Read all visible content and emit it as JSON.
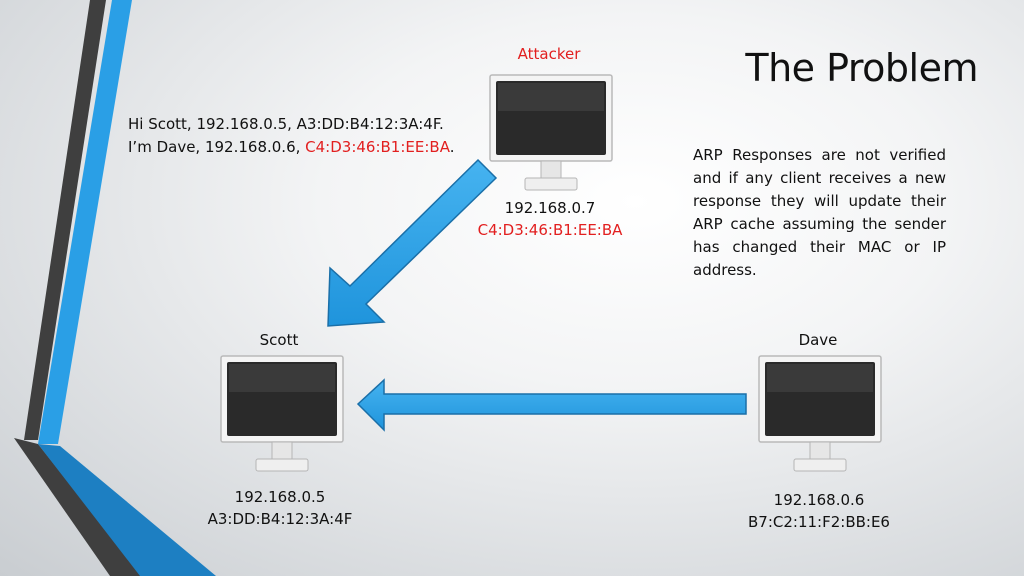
{
  "slide": {
    "title": "The Problem",
    "message_line1": "Hi Scott, 192.168.0.5, A3:DD:B4:12:3A:4F.",
    "message_line2_prefix": "I’m Dave, 192.168.0.6, ",
    "message_line2_mac": "C4:D3:46:B1:EE:BA",
    "message_line2_suffix": ".",
    "description": "ARP Responses are not verified and if any client receives a new response they will update their ARP cache assuming the sender has changed their MAC or IP address."
  },
  "attacker": {
    "name": "Attacker",
    "ip": "192.168.0.7",
    "mac": "C4:D3:46:B1:EE:BA"
  },
  "scott": {
    "name": "Scott",
    "ip": "192.168.0.5",
    "mac": "A3:DD:B4:12:3A:4F"
  },
  "dave": {
    "name": "Dave",
    "ip": "192.168.0.6",
    "mac": "B7:C2:11:F2:BB:E6"
  },
  "colors": {
    "accent_blue": "#1f9be3",
    "dark_stripe": "#3d3d3d",
    "attacker_red": "#e21f1f"
  },
  "icons": {
    "computer": "computer-monitor-icon",
    "arrow": "arrow-icon"
  }
}
